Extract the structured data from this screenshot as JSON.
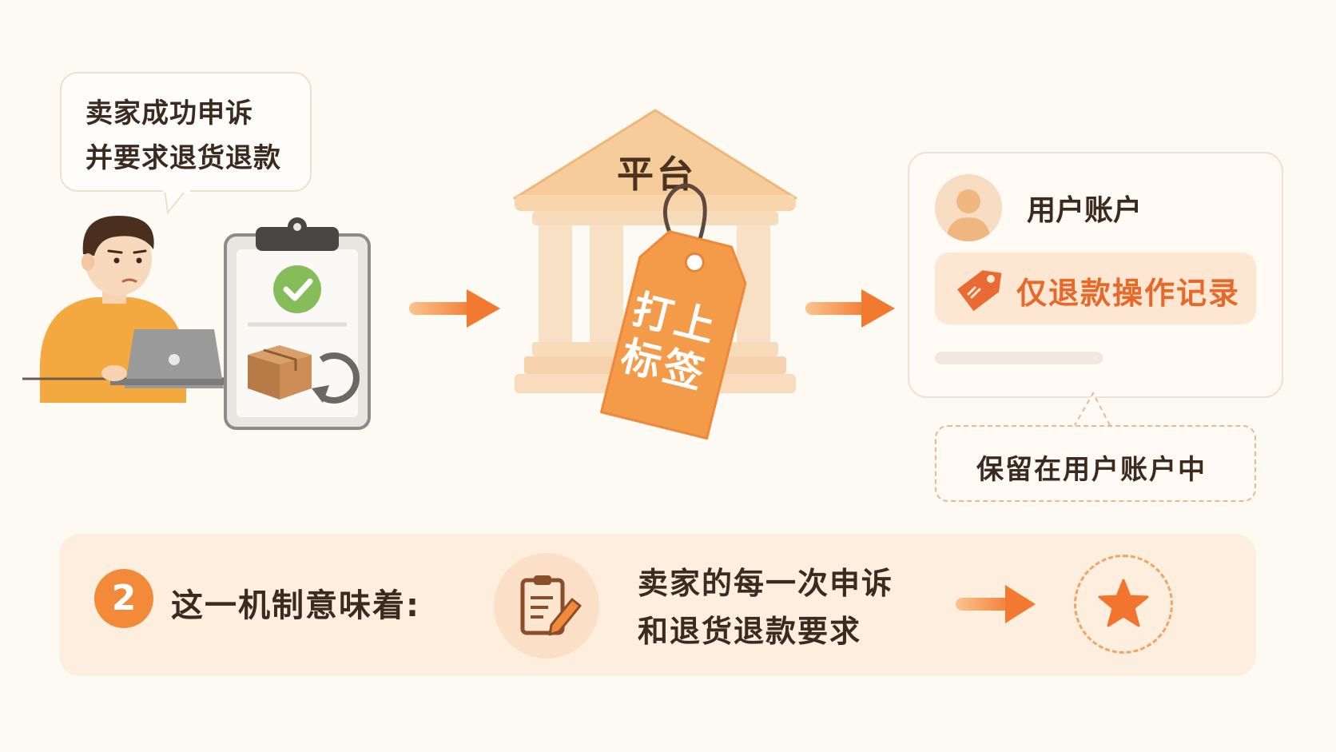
{
  "speech": {
    "lines": [
      "卖家成功申诉",
      "并要求退货退款"
    ]
  },
  "platform": {
    "label": "平台"
  },
  "tag": {
    "line1": "打上",
    "line2": "标签"
  },
  "account": {
    "title": "用户账户",
    "record": "仅退款操作记录"
  },
  "note": {
    "text": "保留在用户账户中"
  },
  "bottom": {
    "step": "2",
    "means": "这一机制意味着:",
    "appeal_lines": [
      "卖家的每一次申诉",
      "和退货退款要求"
    ]
  },
  "colors": {
    "accent": "#f28a3a",
    "dark_text": "#3b2a1f",
    "check_green": "#86bd5a",
    "building": "#f6d2a6",
    "tag_orange": "#f49b4a"
  },
  "icons": [
    "person-laptop-icon",
    "clipboard-icon",
    "check-icon",
    "box-icon",
    "return-arrow-icon",
    "bank-building-icon",
    "tag-icon",
    "avatar-icon",
    "price-tag-icon",
    "document-edit-icon",
    "star-icon",
    "arrow-right-icon"
  ]
}
